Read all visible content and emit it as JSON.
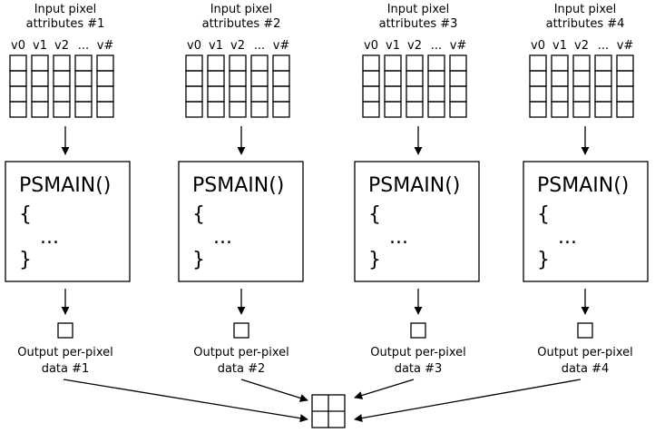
{
  "pipelines": [
    {
      "input_label_line1": "Input pixel",
      "input_label_line2": "attributes #1",
      "columns": [
        "v0",
        "v1",
        "v2",
        "...",
        "v#"
      ],
      "function_name": "PSMAIN()",
      "open_brace": "{",
      "body": "...",
      "close_brace": "}",
      "output_label_line1": "Output per-pixel",
      "output_label_line2": "data #1"
    },
    {
      "input_label_line1": "Input pixel",
      "input_label_line2": "attributes #2",
      "columns": [
        "v0",
        "v1",
        "v2",
        "...",
        "v#"
      ],
      "function_name": "PSMAIN()",
      "open_brace": "{",
      "body": "...",
      "close_brace": "}",
      "output_label_line1": "Output per-pixel",
      "output_label_line2": "data #2"
    },
    {
      "input_label_line1": "Input pixel",
      "input_label_line2": "attributes #3",
      "columns": [
        "v0",
        "v1",
        "v2",
        "...",
        "v#"
      ],
      "function_name": "PSMAIN()",
      "open_brace": "{",
      "body": "...",
      "close_brace": "}",
      "output_label_line1": "Output per-pixel",
      "output_label_line2": "data #3"
    },
    {
      "input_label_line1": "Input pixel",
      "input_label_line2": "attributes #4",
      "columns": [
        "v0",
        "v1",
        "v2",
        "...",
        "v#"
      ],
      "function_name": "PSMAIN()",
      "open_brace": "{",
      "body": "...",
      "close_brace": "}",
      "output_label_line1": "Output per-pixel",
      "output_label_line2": "data #4"
    }
  ]
}
